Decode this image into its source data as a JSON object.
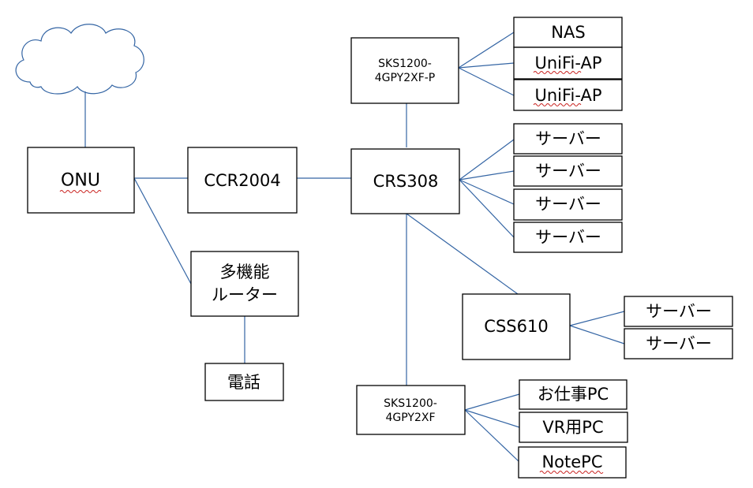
{
  "diagram": {
    "nodes": {
      "onu": "ONU",
      "ccr2004": "CCR2004",
      "crs308": "CRS308",
      "sks_p": [
        "SKS1200-",
        "4GPY2XF-P"
      ],
      "nas": "NAS",
      "unifi1": "UniFi-AP",
      "unifi2": "UniFi-AP",
      "server1": "サーバー",
      "server2": "サーバー",
      "server3": "サーバー",
      "server4": "サーバー",
      "router": [
        "多機能",
        "ルーター"
      ],
      "phone": "電話",
      "css610": "CSS610",
      "css_server1": "サーバー",
      "css_server2": "サーバー",
      "sks": [
        "SKS1200-",
        "4GPY2XF"
      ],
      "work_pc": "お仕事PC",
      "vr_pc": "VR用PC",
      "note_pc": "NotePC"
    },
    "colors": {
      "link": "#3465a4",
      "box_border": "#000000",
      "spellcheck": "#c9211e"
    }
  }
}
